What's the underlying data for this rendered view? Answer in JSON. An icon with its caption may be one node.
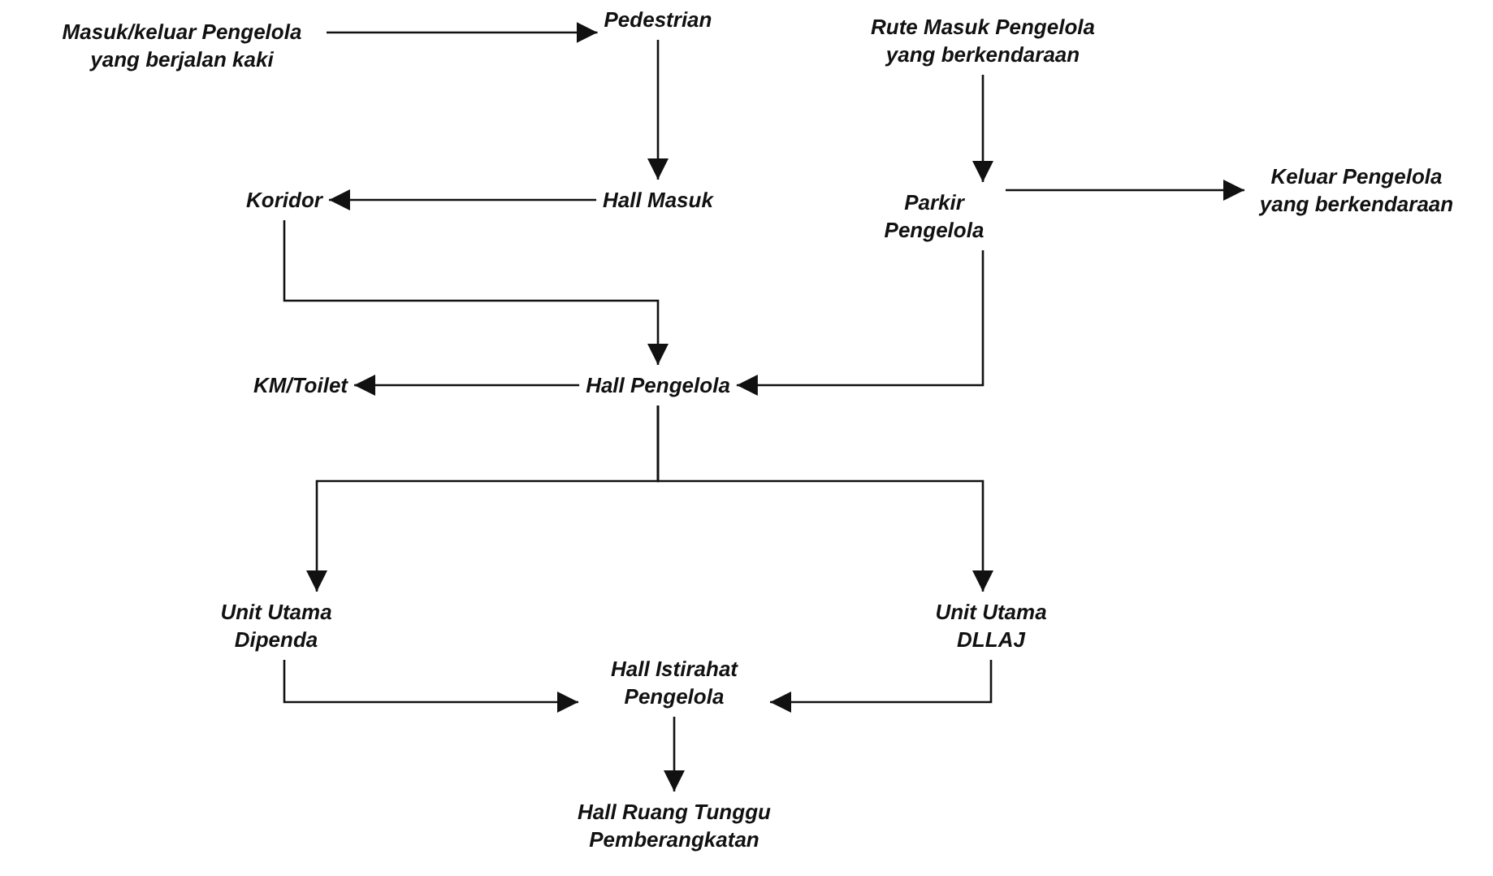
{
  "diagram": {
    "nodes": [
      {
        "text": [
          "Masuk/keluar Pengelola yang berjalan kaki"
        ]
      },
      {
        "text": [
          "Pedestrian"
        ]
      },
      {
        "text": [
          "Rute Masuk Pengelola yang berkendaraan"
        ]
      },
      {
        "text": [
          "Koridor"
        ]
      },
      {
        "text": [
          "Hall Masuk"
        ]
      },
      {
        "text": [
          "Parkir Pengelola"
        ]
      },
      {
        "text": [
          "Keluar Pengelola yang berkendaraan"
        ]
      },
      {
        "text": [
          "KM/Toilet"
        ]
      },
      {
        "text": [
          "Hall Pengelola"
        ]
      },
      {
        "text": [
          "Unit Utama Dipenda"
        ]
      },
      {
        "text": [
          "Unit Utama DLLAJ"
        ]
      },
      {
        "text": [
          "Hall Istirahat Pengelola"
        ]
      },
      {
        "text": [
          "Hall Ruang Tunggu Pemberangkatan"
        ]
      }
    ],
    "edges": [
      {
        "from": 0,
        "to": 1,
        "arrow": "to"
      },
      {
        "from": 1,
        "to": 4,
        "arrow": "to"
      },
      {
        "from": 4,
        "to": 3,
        "arrow": "to"
      },
      {
        "from": 2,
        "to": 5,
        "arrow": "to"
      },
      {
        "from": 5,
        "to": 6,
        "arrow": "to"
      },
      {
        "from": 3,
        "to": 8,
        "arrow": "to"
      },
      {
        "from": 5,
        "to": 8,
        "arrow": "to"
      },
      {
        "from": 8,
        "to": 7,
        "arrow": "to"
      },
      {
        "from": 8,
        "to": 9,
        "arrow": "to"
      },
      {
        "from": 8,
        "to": 10,
        "arrow": "to"
      },
      {
        "from": 9,
        "to": 11,
        "arrow": "to"
      },
      {
        "from": 10,
        "to": 11,
        "arrow": "to"
      },
      {
        "from": 11,
        "to": 12,
        "arrow": "to"
      }
    ]
  }
}
